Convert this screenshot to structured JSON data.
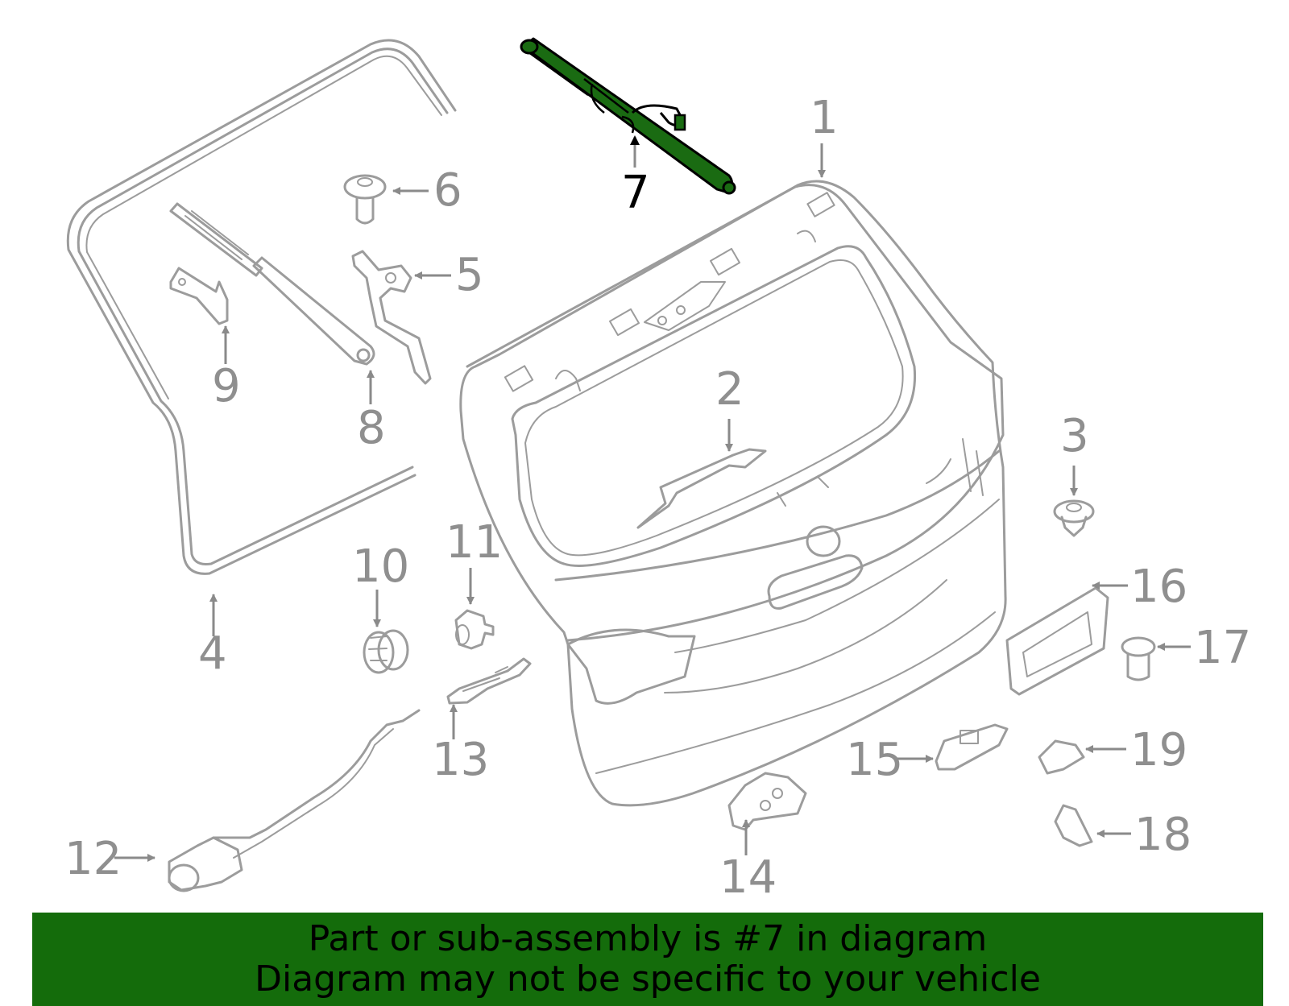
{
  "highlight_color": "#1a6b12",
  "banner": {
    "background": "#146c0b",
    "line1": "Part or sub-assembly is #7 in diagram",
    "line2": "Diagram may not be specific to your vehicle"
  },
  "callouts": {
    "c1": "1",
    "c2": "2",
    "c3": "3",
    "c4": "4",
    "c5": "5",
    "c6": "6",
    "c7": "7",
    "c8": "8",
    "c9": "9",
    "c10": "10",
    "c11": "11",
    "c12": "12",
    "c13": "13",
    "c14": "14",
    "c15": "15",
    "c16": "16",
    "c17": "17",
    "c18": "18",
    "c19": "19"
  },
  "highlighted_callout": "7"
}
